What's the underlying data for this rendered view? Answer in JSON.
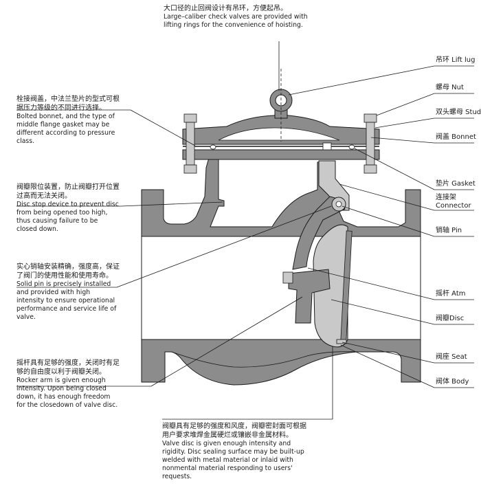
{
  "notes": {
    "lifting_ring": {
      "zh": "大口径的止回阀设计有吊环，方便起吊。",
      "en": "Large–caliber check valves are provided with lifting rings for the convenience of hoisting."
    },
    "bonnet": {
      "zh": "栓接阀盖，中法兰垫片的型式可根据压力等级的不同进行选择。",
      "en": "Bolted bonnet, and the type of middle flange gasket may be different according to pressure class."
    },
    "disc_stop": {
      "zh": "阀瓣限位装置，防止阀瓣打开位置过高而无法关闭。",
      "en": "Disc stop device to prevent disc from being opened too high, thus causing failure to be closed down."
    },
    "solid_pin": {
      "zh": "实心销轴安装精确，强度高，保证了阀门的使用性能和使用寿命。",
      "en": "Solid pin is precisely installed and provided with high intensity to ensure operational performance and service life of valve."
    },
    "rocker_arm": {
      "zh": "摇杆具有足够的强度，关闭时有足够的自由度以利于阀瓣关闭。",
      "en": "Rocker arm is given enough intensity. Upon being closed down, it has enough freedom for the closedown of valve disc."
    },
    "valve_disc": {
      "zh": "阀瓣具有足够的强度和风度，阀瓣密封面可根据用户要求堆焊金属硬烂或镶嵌非金属材料。",
      "en": "Valve disc is given enough intensity and rigidity. Disc sealing surface may be built-up welded with metal material or inlaid with nonmental material responding to users' requests."
    }
  },
  "labels": {
    "lift_lug": "吊环 Lift lug",
    "nut": "螺母 Nut",
    "stud": "双头螺母 Stud",
    "bonnet": "阀盖 Bonnet",
    "gasket": "垫片 Gasket",
    "connector_zh": "连接架",
    "connector_en": "Connector",
    "pin": "销轴 Pin",
    "atm": "摇杆 Atm",
    "disc": "阀瓣Disc",
    "seat": "阀座 Seat",
    "body": "阀体 Body"
  },
  "colors": {
    "metal": "#8c8c8c",
    "metal_light": "#c9c9c9",
    "outline": "#1a1a1a"
  }
}
